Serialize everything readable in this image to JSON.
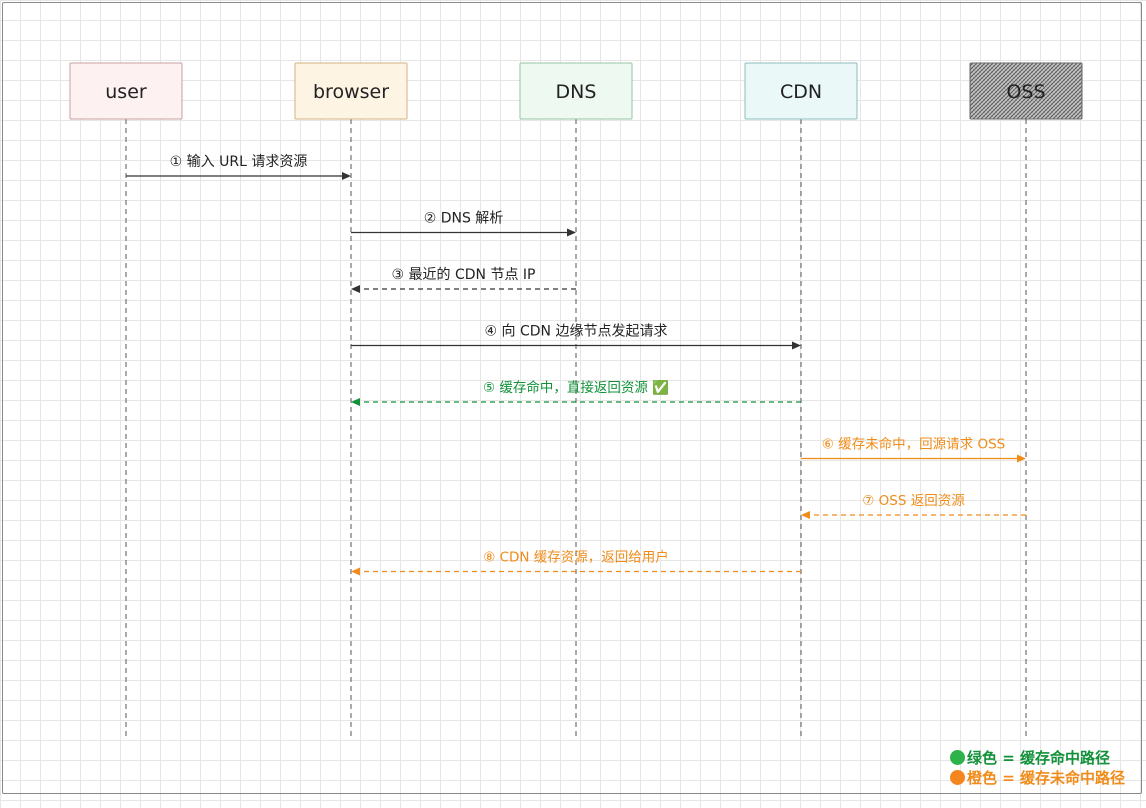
{
  "participants": [
    {
      "id": "user",
      "label": "user",
      "fill": "#fdf1f1",
      "stroke": "#c9a0a0",
      "pattern": false
    },
    {
      "id": "browser",
      "label": "browser",
      "fill": "#fdf4e4",
      "stroke": "#d4b383",
      "pattern": false
    },
    {
      "id": "dns",
      "label": "DNS",
      "fill": "#eef9f1",
      "stroke": "#9bc3a6",
      "pattern": false
    },
    {
      "id": "cdn",
      "label": "CDN",
      "fill": "#eaf8f8",
      "stroke": "#8fbdbd",
      "pattern": false
    },
    {
      "id": "oss",
      "label": "OSS",
      "fill": "#cccccc",
      "stroke": "#666666",
      "pattern": true
    }
  ],
  "messages": [
    {
      "id": "m1",
      "from": "user",
      "to": "browser",
      "label": "① 输入 URL 请求资源",
      "style": "solid",
      "color": "#333333"
    },
    {
      "id": "m2",
      "from": "browser",
      "to": "dns",
      "label": "② DNS 解析",
      "style": "solid",
      "color": "#333333"
    },
    {
      "id": "m3",
      "from": "dns",
      "to": "browser",
      "label": "③ 最近的 CDN 节点 IP",
      "style": "dashed",
      "color": "#333333"
    },
    {
      "id": "m4",
      "from": "browser",
      "to": "cdn",
      "label": "④ 向 CDN 边缘节点发起请求",
      "style": "solid",
      "color": "#333333"
    },
    {
      "id": "m5",
      "from": "cdn",
      "to": "browser",
      "label": "⑤ 缓存命中，直接返回资源 ✅",
      "style": "dashed",
      "color": "#12913a"
    },
    {
      "id": "m6",
      "from": "cdn",
      "to": "oss",
      "label": "⑥ 缓存未命中，回源请求 OSS",
      "style": "solid",
      "color": "#f08c1a"
    },
    {
      "id": "m7",
      "from": "oss",
      "to": "cdn",
      "label": "⑦ OSS 返回资源",
      "style": "dashed",
      "color": "#f08c1a"
    },
    {
      "id": "m8",
      "from": "cdn",
      "to": "browser",
      "label": "⑧ CDN 缓存资源，返回给用户",
      "style": "dashed",
      "color": "#f08c1a"
    }
  ],
  "legend": {
    "green": {
      "text": "绿色 = 缓存命中路径",
      "color": "#12913a",
      "dot": "#2db34a"
    },
    "orange": {
      "text": "橙色 = 缓存未命中路径",
      "color": "#f08c1a",
      "dot": "#f5851f"
    }
  }
}
